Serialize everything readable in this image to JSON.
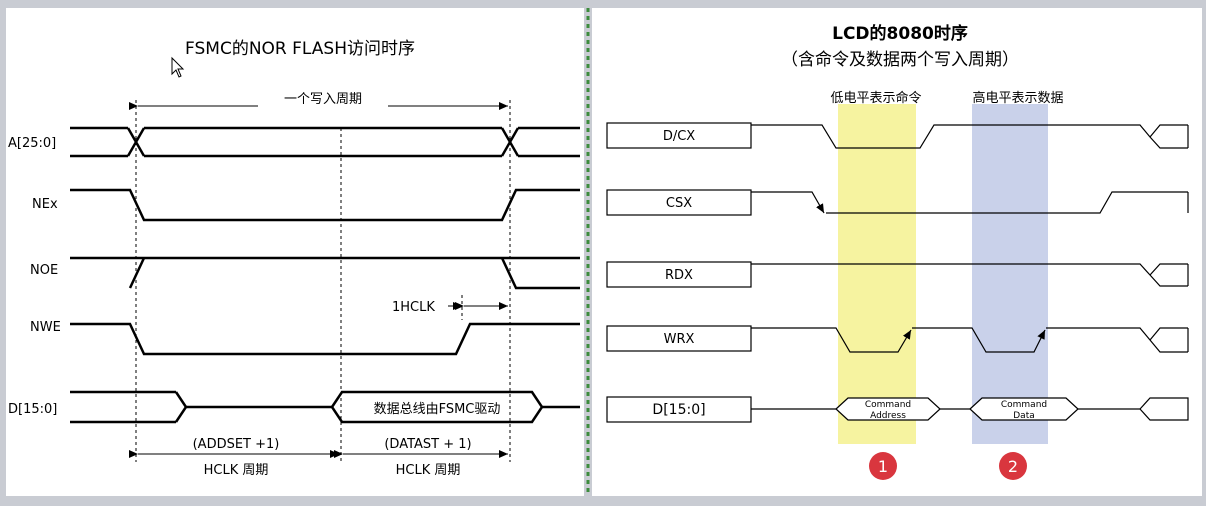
{
  "left": {
    "title": "FSMC的NOR FLASH访问时序",
    "write_cycle_label": "一个写入周期",
    "signals": [
      "A[25:0]",
      "NEx",
      "NOE",
      "NWE",
      "D[15:0]"
    ],
    "hclk_label": "1HCLK",
    "data_bus_label": "数据总线由FSMC驱动",
    "addset_label": "(ADDSET +1)",
    "addset_unit": "HCLK 周期",
    "datast_label": "(DATAST + 1)",
    "datast_unit": "HCLK 周期"
  },
  "right": {
    "title_line1": "LCD的8080时序",
    "title_line2": "（含命令及数据两个写入周期）",
    "low_label": "低电平表示命令",
    "high_label": "高电平表示数据",
    "signals": [
      "D/CX",
      "CSX",
      "RDX",
      "WRX",
      "D[15:0]"
    ],
    "cmd_line1": "Command",
    "cmd_line2": "Address",
    "data_line1": "Command",
    "data_line2": "Data",
    "marker1": "1",
    "marker2": "2"
  },
  "colors": {
    "yellow_band": "#f6f3a0",
    "blue_band": "#c9d1ea",
    "marker_red": "#d9363e",
    "divider_green": "#3d8c3d"
  }
}
